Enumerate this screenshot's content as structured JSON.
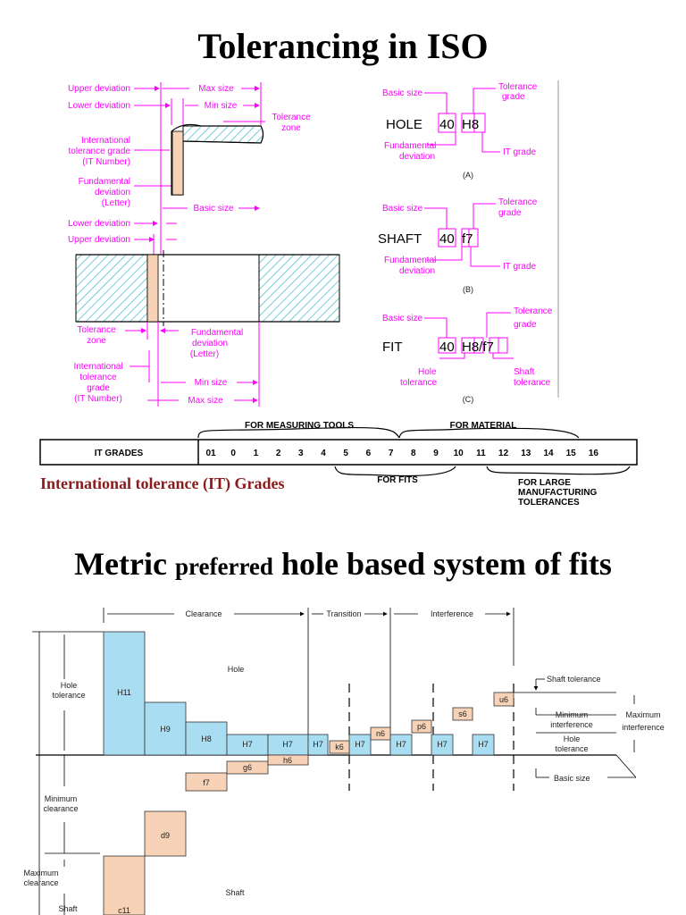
{
  "titles": {
    "iso": "Tolerancing in ISO",
    "metric_big": "Metric",
    "metric_small": "preferred",
    "metric_rest": "hole based system of fits"
  },
  "iso_diagram": {
    "upper_deviation": "Upper deviation",
    "lower_deviation": "Lower deviation",
    "max_size": "Max size",
    "min_size": "Min size",
    "tolerance_zone_1": "Tolerance",
    "tolerance_zone_2": "zone",
    "itg_1": "International",
    "itg_2": "tolerance grade",
    "itg_3": "(IT Number)",
    "fund_1": "Fundamental",
    "fund_2": "deviation",
    "fund_3": "(Letter)",
    "basic_size": "Basic size",
    "bottom_lower": "Lower deviation",
    "bottom_upper": "Upper deviation",
    "bt_zone_1": "Tolerance",
    "bt_zone_2": "zone",
    "bt_fund_1": "Fundamental",
    "bt_fund_2": "deviation",
    "bt_fund_3": "(Letter)",
    "bt_itg_1": "International",
    "bt_itg_2": "tolerance",
    "bt_itg_3": "grade",
    "bt_itg_4": "(IT Number)",
    "bt_min": "Min size",
    "bt_max": "Max size"
  },
  "designations": {
    "basic_size": "Basic size",
    "tolerance": "Tolerance",
    "grade": "grade",
    "fundamental": "Fundamental",
    "deviation": "deviation",
    "it_grade": "IT grade",
    "hole_word": "HOLE",
    "hole_size": "40",
    "hole_code": "H8",
    "cap_a": "(A)",
    "shaft_word": "SHAFT",
    "shaft_size": "40",
    "shaft_code": "f7",
    "cap_b": "(B)",
    "fit_word": "FIT",
    "fit_size": "40",
    "fit_code": "H8/f7",
    "hole_lbl": "Hole",
    "shaft_lbl": "Shaft",
    "tol_lbl": "tolerance",
    "cap_c": "(C)"
  },
  "it_grades": {
    "label": "IT GRADES",
    "grades": [
      "01",
      "0",
      "1",
      "2",
      "3",
      "4",
      "5",
      "6",
      "7",
      "8",
      "9",
      "10",
      "11",
      "12",
      "13",
      "14",
      "15",
      "16"
    ],
    "for_measuring": "FOR MEASURING TOOLS",
    "for_material": "FOR MATERIAL",
    "for_fits": "FOR FITS",
    "for_large_1": "FOR LARGE",
    "for_large_2": "MANUFACTURING",
    "for_large_3": "TOLERANCES",
    "caption": "International tolerance (IT) Grades"
  },
  "fits": {
    "clearance": "Clearance",
    "transition": "Transition",
    "interference": "Interference",
    "hole": "Hole",
    "shaft": "Shaft",
    "hole_tol_1": "Hole",
    "hole_tol_2": "tolerance",
    "min_clear_1": "Minimum",
    "min_clear_2": "clearance",
    "max_clear_1": "Maximum",
    "max_clear_2": "clearance",
    "shaft_left": "Shaft",
    "shaft_tolerance": "Shaft tolerance",
    "min_int_1": "Minimum",
    "min_int_2": "interference",
    "max_int_1": "Maximum",
    "max_int_2": "interference",
    "hole_tol_r1": "Hole",
    "hole_tol_r2": "tolerance",
    "basic_size": "Basic size",
    "holes": [
      "H11",
      "H9",
      "H8",
      "H7",
      "H7",
      "H7",
      "H7",
      "H7",
      "H7",
      "H7"
    ],
    "shafts": [
      "d9",
      "f7",
      "g6",
      "h6",
      "k6",
      "n6",
      "p6",
      "s6",
      "u6",
      "c11"
    ]
  },
  "colors": {
    "hole": "#a9ddf2",
    "shaft": "#f7d2b6",
    "magenta": "#ff00ff",
    "caption": "#8b1a1a"
  }
}
